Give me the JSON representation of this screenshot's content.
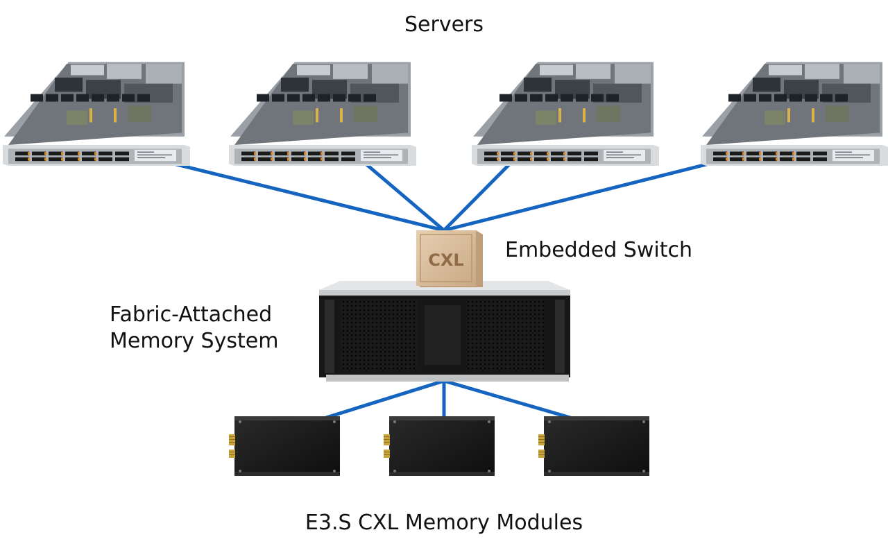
{
  "labels": {
    "servers": "Servers",
    "embedded_switch": "Embedded Switch",
    "fabric_attached_line1": "Fabric-Attached",
    "fabric_attached_line2": "Memory System",
    "modules": "E3.S CXL Memory Modules"
  },
  "switch_chip": {
    "text": "CXL"
  },
  "colors": {
    "link": "#1565c0",
    "chassis_dark": "#151515",
    "chip_gold": "#d8bc9c"
  },
  "servers": [
    {
      "name": "server-1"
    },
    {
      "name": "server-2"
    },
    {
      "name": "server-3"
    },
    {
      "name": "server-4"
    }
  ],
  "modules": [
    {
      "name": "memory-module-1"
    },
    {
      "name": "memory-module-2"
    },
    {
      "name": "memory-module-3"
    }
  ]
}
